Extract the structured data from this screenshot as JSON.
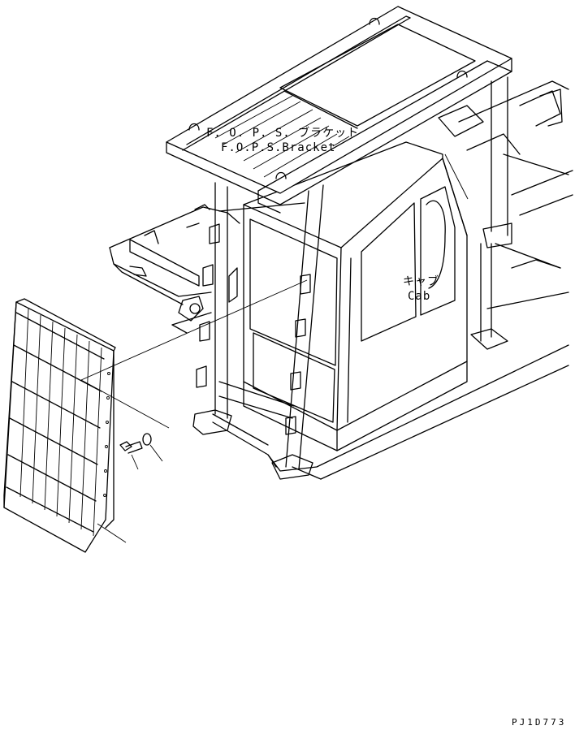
{
  "labels": {
    "fops_jp": "F. O. P. S. ブラケット",
    "fops_en": "F.O.P.S.Bracket",
    "cab_jp": "キャブ",
    "cab_en": "Cab"
  },
  "drawing_code": "PJ1D773",
  "colors": {
    "line": "#000000",
    "background": "#ffffff"
  }
}
